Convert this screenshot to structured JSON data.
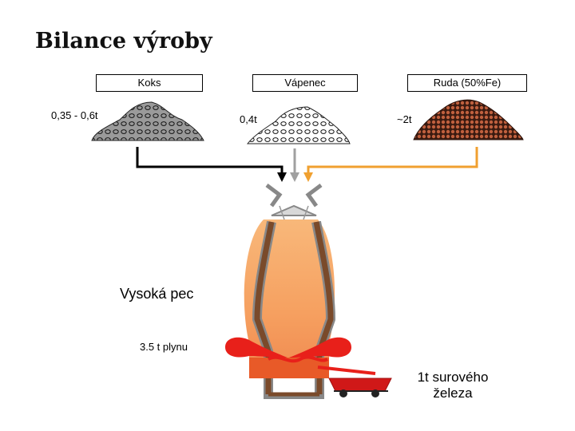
{
  "title": "Bilance výroby",
  "materials": [
    {
      "name": "Koks",
      "amount": "0,35 - 0,6t",
      "color": "#9a9a9a",
      "arrow_color": "#000000"
    },
    {
      "name": "Vápenec",
      "amount": "0,4t",
      "color": "#ffffff",
      "arrow_color": "#a0a0a0"
    },
    {
      "name": "Ruda (50%Fe)",
      "amount": "~2t",
      "color": "#b5523a",
      "arrow_color": "#f0a030"
    }
  ],
  "furnace": {
    "label": "Vysoká pec",
    "gas_output": "3.5 t plynu",
    "iron_output": "1t surového železa"
  },
  "colors": {
    "furnace_glow": "#f6a060",
    "furnace_lining": "#7a4a2a",
    "gas_blob": "#e8201a",
    "hearth": "#e85a28",
    "cart": "#d01818"
  }
}
